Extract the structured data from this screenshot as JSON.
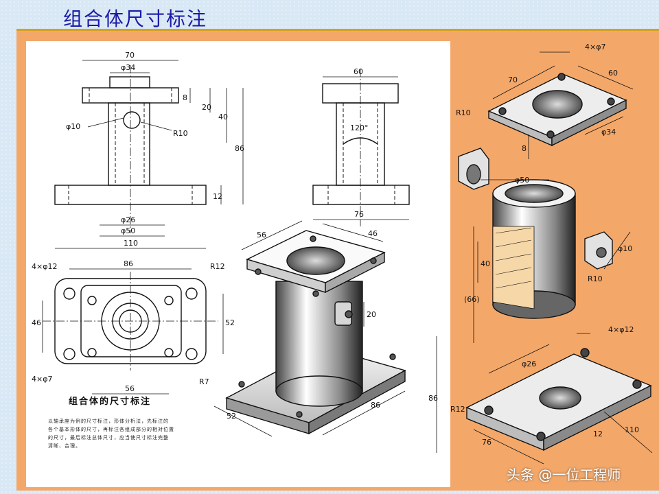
{
  "slide": {
    "title": "组合体尺寸标注",
    "note_title": "组合体的尺寸标注",
    "note_lines": [
      "以轴承座为例的尺寸标注，形体分析法，先标注的",
      "各个基本形体的尺寸，再标注各组成部分的相对位置",
      "的尺寸，最后标注总体尺寸，应当使尺寸标注完整",
      "清晰、合理。"
    ],
    "watermark": "头条 @一位工程师"
  },
  "colors": {
    "page_bg": "#d9e8f5",
    "panel": "#f3a86a",
    "title": "#1a1aa8",
    "accent_line": "#d8a020"
  },
  "front_view": {
    "dims": {
      "w70": "70",
      "d34": "φ34",
      "d10": "φ10",
      "r10": "R10",
      "h8": "8",
      "h20": "20",
      "h40": "40",
      "h86": "86",
      "h12": "12",
      "d26": "φ26",
      "d50": "φ50",
      "w110": "110"
    }
  },
  "side_view": {
    "dims": {
      "w60": "60",
      "a120": "120°",
      "w76": "76"
    }
  },
  "top_view": {
    "dims": {
      "holes12": "4×φ12",
      "w86": "86",
      "r12": "R12",
      "h46": "46",
      "h52": "52",
      "holes7": "4×φ7",
      "w56": "56",
      "r7": "R7"
    }
  },
  "iso_view": {
    "dims": {
      "w56": "56",
      "w46": "46",
      "h20": "20",
      "h86": "86",
      "w86": "86",
      "w52": "52"
    }
  },
  "exploded": {
    "top_plate": {
      "holes": "4×φ7",
      "w70": "70",
      "w60": "60",
      "r10": "R10",
      "d34": "φ34",
      "h8": "8"
    },
    "cylinder": {
      "d50": "φ50",
      "h40": "40",
      "h66": "(66)"
    },
    "boss": {
      "d10": "φ10",
      "r10": "R10"
    },
    "base": {
      "holes": "4×φ12",
      "d26": "φ26",
      "r12": "R12",
      "w76": "76",
      "w110": "110",
      "h12": "12"
    }
  }
}
